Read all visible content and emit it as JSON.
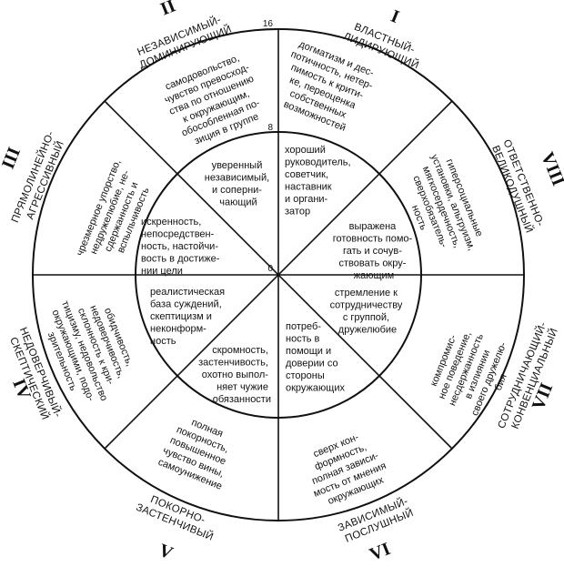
{
  "scale_ticks": {
    "center": "0",
    "middle": "8",
    "outer": "16"
  },
  "octants": [
    {
      "roman": "I",
      "type_label": [
        "ВЛАСТНЫЙ-",
        "ЛИДИРУЮЩИЙ"
      ],
      "outer": [
        "догматизм и дес-",
        "потичность, нетер-",
        "пимость к крити-",
        "ке, переоценка",
        "собственных",
        "возможностей"
      ],
      "middle": [
        "хороший",
        "руководитель,",
        "советчик,",
        "наставник",
        "и органи-",
        "затор"
      ]
    },
    {
      "roman": "VIII",
      "type_label": [
        "ОТВЕТСТВЕННО-",
        "ВЕЛИКОДУШНЫЙ"
      ],
      "outer": [
        "гиперсоциальные",
        "установки, альтруизм,",
        "мягкосердечность,",
        "сверхобязатель-",
        "ность"
      ],
      "middle": [
        "выражена",
        "готовность помо-",
        "гать и сочув-",
        "ствовать окру-",
        "жающим"
      ]
    },
    {
      "roman": "VII",
      "type_label": [
        "СОТРУДНИЧАЮЩИЙ-",
        "КОНВЕНЦИАЛЬНЫЙ"
      ],
      "outer": [
        "компромис-",
        "ное поведение,",
        "несдержанность",
        "в излиянии",
        "своего дружелю-",
        "бия"
      ],
      "middle": [
        "стремление к",
        "сотрудничеству",
        "с группой,",
        "дружелюбие"
      ]
    },
    {
      "roman": "VI",
      "type_label": [
        "ЗАВИСИМЫЙ-",
        "ПОСЛУШНЫЙ"
      ],
      "outer": [
        "сверх кон-",
        "формность,",
        "полная зависи-",
        "мость от мнения",
        "окружающих"
      ],
      "middle": [
        "потреб-",
        "ность в",
        "помощи и",
        "доверии со",
        "стороны",
        "окружающих"
      ]
    },
    {
      "roman": "V",
      "type_label": [
        "ПОКОРНО-",
        "ЗАСТЕНЧИВЫЙ"
      ],
      "outer": [
        "полная",
        "покорность,",
        "повышенное",
        "чувство вины,",
        "самоунижение"
      ],
      "middle": [
        "скромность,",
        "застенчивость,",
        "охотно выпол-",
        "няет чужие",
        "обязанности"
      ]
    },
    {
      "roman": "IV",
      "type_label": [
        "НЕДОВЕРЧИВЫЙ-",
        "СКЕПТИЧЕСКИЙ"
      ],
      "outer": [
        "обидчивость,",
        "недоверчивость,",
        "склонность к кри-",
        "тицизму, недовольство",
        "окружающими, подо-",
        "зрительность"
      ],
      "middle": [
        "реалистическая",
        "база суждений,",
        "скептицизм и",
        "неконформ-",
        "ность"
      ]
    },
    {
      "roman": "III",
      "type_label": [
        "ПРЯМОЛИНЕЙНО-",
        "АГРЕССИВНЫЙ"
      ],
      "outer": [
        "чрезмерное упорство,",
        "недружелюбие, не-",
        "сдержанность и",
        "вспыльчивость"
      ],
      "middle": [
        "искренность,",
        "непосредствен-",
        "ность, настойчи-",
        "вость в достиже-",
        "нии цели"
      ]
    },
    {
      "roman": "II",
      "type_label": [
        "НЕЗАВИСИМЫЙ-",
        "ДОМИНИРУЮЩИЙ"
      ],
      "outer": [
        "самодовольство,",
        "чувство превосход-",
        "ства по отношению",
        "к окружающим,",
        "обособленная по-",
        "зиция в группе"
      ],
      "middle": [
        "уверенный",
        "независимый,",
        "и соперни-",
        "чающий"
      ]
    }
  ]
}
